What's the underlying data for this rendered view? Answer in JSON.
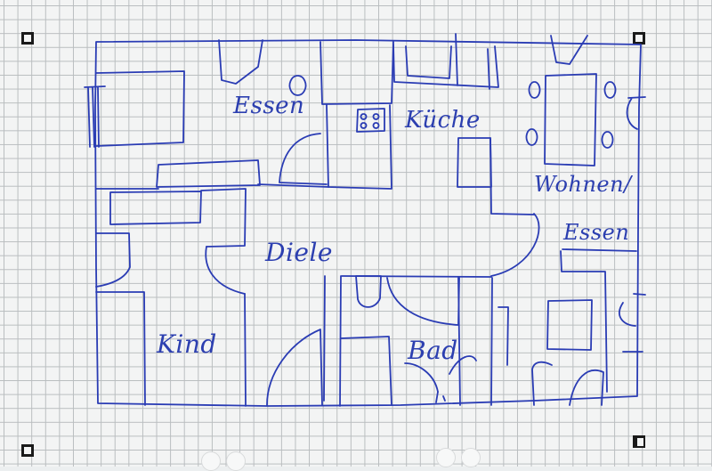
{
  "ink_color": "#2a3cb4",
  "paper_color": "#f3f4f4",
  "grid_color": "#b9bdbf",
  "rooms": {
    "essen": "Essen",
    "kueche": "Küche",
    "wohnen": "Wohnen/",
    "essen2": "Essen",
    "diele": "Diele",
    "kind": "Kind",
    "bad": "Bad"
  }
}
